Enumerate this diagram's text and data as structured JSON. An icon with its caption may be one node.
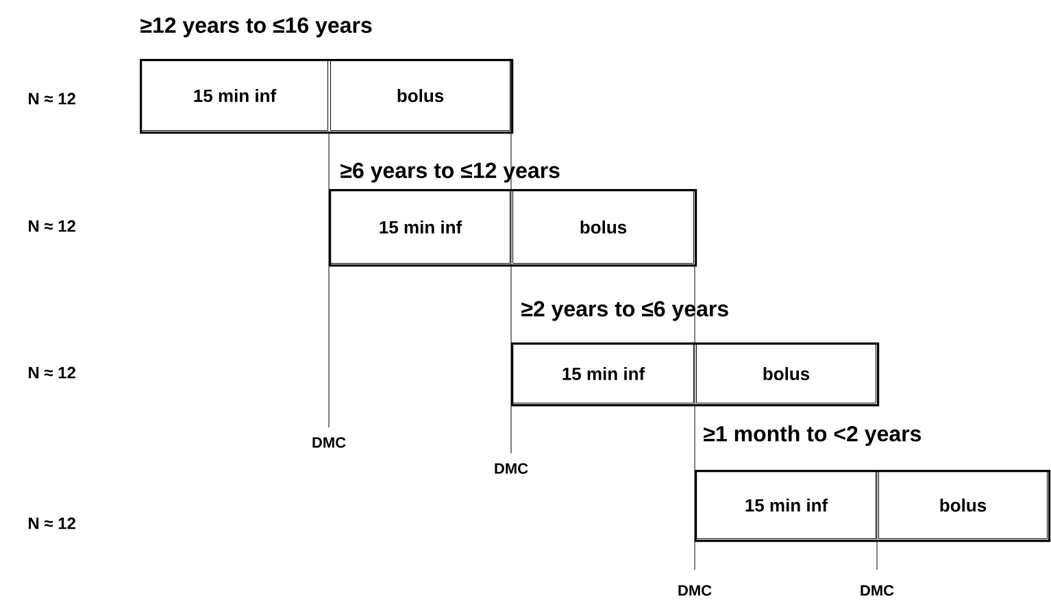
{
  "diagram": {
    "nodes": [
      {
        "text": [
          "≥12 years to ≤16 years"
        ]
      },
      {
        "text": [
          "15 min inf"
        ],
        "in": 0
      },
      {
        "text": [
          "bolus"
        ],
        "in": 0
      },
      {
        "text": [
          "≥6 years to ≤12 years"
        ]
      },
      {
        "text": [
          "15 min inf"
        ],
        "in": 3
      },
      {
        "text": [
          "bolus"
        ],
        "in": 3
      },
      {
        "text": [
          "≥2 years to ≤6 years"
        ]
      },
      {
        "text": [
          "15 min inf"
        ],
        "in": 6
      },
      {
        "text": [
          "bolus"
        ],
        "in": 6
      },
      {
        "text": [
          "≥1 month to <2 years"
        ]
      },
      {
        "text": [
          "15 min inf"
        ],
        "in": 9
      },
      {
        "text": [
          "bolus"
        ],
        "in": 9
      }
    ],
    "labels": [
      "N ≈ 12",
      "N ≈ 12",
      "DMC",
      "N ≈ 12",
      "DMC",
      "N ≈ 12",
      "DMC",
      "DMC"
    ]
  }
}
